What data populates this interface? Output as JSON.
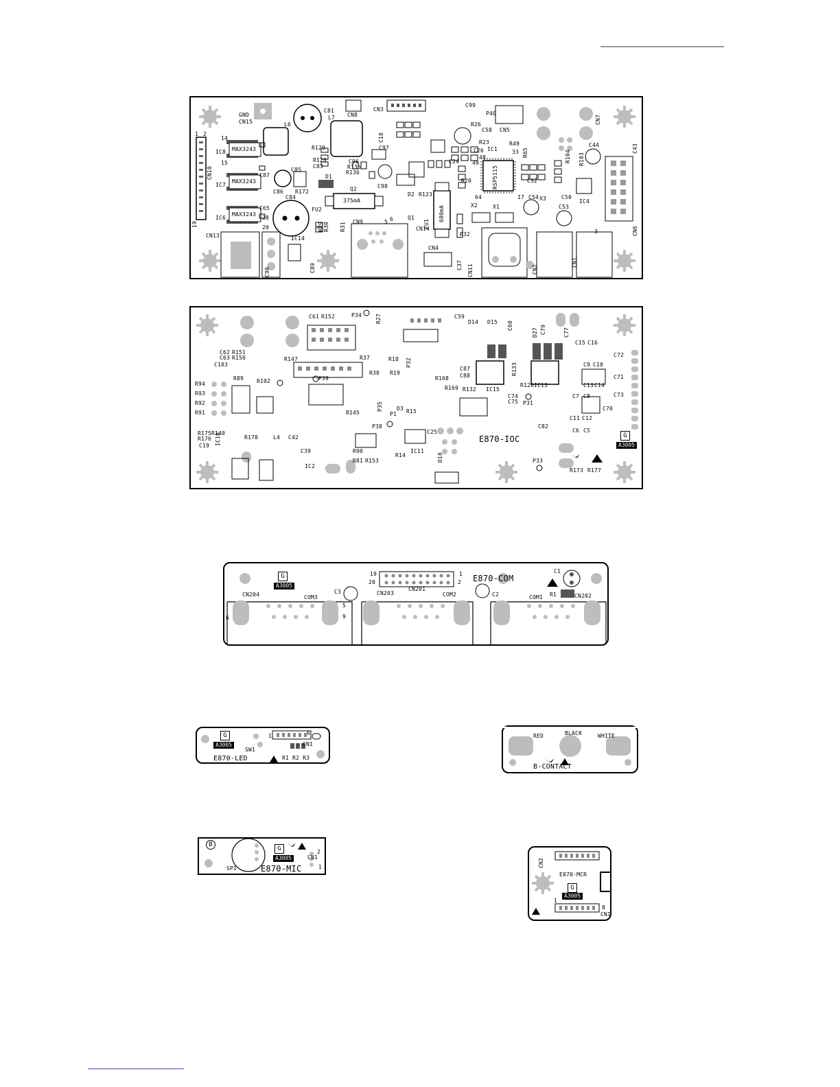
{
  "boards": {
    "main": {
      "labels": {
        "gnd": "GND",
        "cn15": "CN15",
        "cn8": "CN8",
        "cn3": "CN3",
        "c99": "C99",
        "p40": "P40",
        "cn5": "CN5",
        "cn7": "CN7",
        "c81": "C81",
        "l6": "L6",
        "l7": "L7",
        "ic8": "IC8",
        "ic7": "IC7",
        "ic6": "IC6",
        "max1": "MAX3243",
        "max2": "MAX3243",
        "max3": "MAX3243",
        "cn10": "CN10",
        "r129": "R129",
        "r128": "R128",
        "c83": "C83",
        "c85": "C85",
        "c87": "C87",
        "c86": "C86",
        "c84": "C84",
        "c65": "C65",
        "fu2": "FU2",
        "r172": "R172",
        "d1": "D1",
        "q2": "Q2",
        "fuse375": "375mA",
        "c96": "C96",
        "r135": "R135",
        "r136": "R136",
        "c97": "C97",
        "c98": "C98",
        "c18": "C18",
        "d2": "D2",
        "r123": "R123",
        "q1": "Q1",
        "cn14": "CN14",
        "fu1": "FU1",
        "fuse600": "600mA",
        "ic1": "IC1",
        "rsp": "RSP5115",
        "r26": "R26",
        "c58": "C58",
        "r23": "R23",
        "c26": "C26",
        "c24": "C24",
        "r20": "R20",
        "r49": "R49",
        "r65": "R65",
        "x1": "X1",
        "x2": "X2",
        "x3": "X3",
        "c32": "C32",
        "c54": "C54",
        "c53": "C53",
        "c50": "C50",
        "ic4": "IC4",
        "r104": "R104",
        "r103": "R103",
        "c44": "C44",
        "c43": "C43",
        "cn9": "CN9",
        "cn4": "CN4",
        "cn11": "CN11",
        "cn2": "CN2",
        "cn1": "CN1",
        "cn13": "CN13",
        "ic14": "IC14",
        "c89": "C89",
        "c90": "C90",
        "cn6": "CN6",
        "r32": "R32",
        "c37": "C37",
        "r29": "R29",
        "r30": "R30",
        "r31": "R31",
        "n14": "14",
        "n15": "15",
        "n28": "28",
        "n20": "20",
        "n19": "19",
        "n1": "1",
        "n2": "2",
        "n3": "3",
        "n5": "5",
        "n6": "6",
        "n33": "33",
        "n48": "48",
        "n49": "49",
        "n64": "64",
        "n17": "17"
      }
    },
    "ioc": {
      "labels": {
        "title": "E870-IOC",
        "c61": "C61",
        "r152": "R152",
        "p34": "P34",
        "r27": "R27",
        "c59": "C59",
        "d14": "D14",
        "d15": "D15",
        "c60": "C60",
        "c79": "C79",
        "c77": "C77",
        "d27": "D27",
        "c15": "C15",
        "c16": "C16",
        "c72": "C72",
        "c9": "C9",
        "c10": "C10",
        "c71": "C71",
        "c13": "C13",
        "c14": "C14",
        "c73": "C73",
        "c70": "C70",
        "c7": "C7",
        "c8": "C8",
        "c11": "C11",
        "c12": "C12",
        "c6": "C6",
        "c5": "C5",
        "r94": "R94",
        "r93": "R93",
        "r92": "R92",
        "r91": "R91",
        "r89": "R89",
        "r102": "R102",
        "c103": "C103",
        "c62": "C62",
        "r151": "R151",
        "c63": "C63",
        "r150": "R150",
        "r147": "R147",
        "r37": "R37",
        "r18": "R18",
        "r30": "R30",
        "r19": "R19",
        "p32": "P32",
        "r132": "R132",
        "ic15": "IC15",
        "ic13": "IC13",
        "r126": "R126",
        "r133": "R133",
        "c74": "C74",
        "c75": "C75",
        "p31": "P31",
        "c82": "C82",
        "r175": "R175",
        "r176": "R176",
        "c19": "C19",
        "ic10": "IC10",
        "r140": "R140",
        "r178": "R178",
        "l4": "L4",
        "c42": "C42",
        "c39": "C39",
        "ic2": "IC2",
        "r90": "R90",
        "r81": "R81",
        "r153": "R153",
        "d18": "D18",
        "r14": "R14",
        "ic11": "IC11",
        "c25": "C25",
        "p38": "P38",
        "p1": "P1",
        "d3": "D3",
        "r15": "R15",
        "p33": "P33",
        "r173": "R173",
        "r177": "R177",
        "g": "G",
        "code": "A3005",
        "p35": "P35",
        "r145": "R145",
        "p39": "P39",
        "r169": "R169",
        "r168": "R168",
        "c87": "C87",
        "c88": "C88"
      }
    },
    "com": {
      "labels": {
        "title": "E870-COM",
        "g": "G",
        "code": "A3005",
        "cn204": "CN204",
        "com3": "COM3",
        "cn203": "CN203",
        "com2": "COM2",
        "cn201": "CN201",
        "com1": "COM1",
        "cn202": "CN202",
        "c1": "C1",
        "c2": "C2",
        "c3": "C3",
        "r1": "R1",
        "n19": "19",
        "n20": "20",
        "n1": "1",
        "n2": "2",
        "n5": "5",
        "n6": "6",
        "n9": "9"
      }
    },
    "led": {
      "labels": {
        "title": "E870-LED",
        "g": "G",
        "code": "A3005",
        "sw1": "SW1",
        "cn1": "CN1",
        "n6": "6",
        "n1": "1",
        "r": "R1 R2 R3"
      }
    },
    "contact": {
      "labels": {
        "title": "B-CONTACT",
        "red": "RED",
        "black": "BLACK",
        "white": "WHITE"
      }
    },
    "mic": {
      "labels": {
        "title": "E870-MIC",
        "g": "G",
        "code": "A3005",
        "sp1": "SP1",
        "cn1": "CN1",
        "b": "B",
        "n1": "1",
        "n2": "2"
      }
    },
    "mcr": {
      "labels": {
        "title": "E870-MCR",
        "g": "G",
        "code": "A3005",
        "cn2": "CN2",
        "cn1": "CN1",
        "n1": "1",
        "n8": "8"
      }
    }
  },
  "marks": {
    "rev": "B"
  }
}
